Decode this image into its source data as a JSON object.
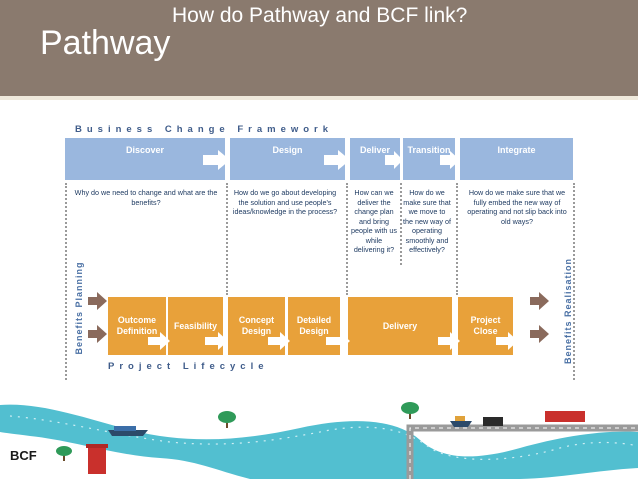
{
  "header": {
    "title": "How do Pathway and BCF link?",
    "subtitle": "Pathway"
  },
  "bcf": {
    "caption": "Business Change Framework",
    "phases": [
      {
        "label": "Discover",
        "question": "Why do we need to change and what are the benefits?"
      },
      {
        "label": "Design",
        "question": "How do we go about developing the solution and use people's ideas/knowledge in the process?"
      },
      {
        "label": "Deliver",
        "question": "How can we deliver the change plan and bring people with us while delivering it?"
      },
      {
        "label": "Transition",
        "question": "How do we make sure that we move to the new way of operating smoothly and effectively?"
      },
      {
        "label": "Integrate",
        "question": "How do we make sure that we fully embed the new way of operating and not slip back into old ways?"
      }
    ]
  },
  "lifecycle": {
    "caption": "Project Lifecycle",
    "stages": [
      "Outcome Definition",
      "Feasibility",
      "Concept Design",
      "Detailed Design",
      "Delivery",
      "Project Close"
    ]
  },
  "side_labels": {
    "left": "Benefits Planning",
    "right": "Benefits Realisation"
  },
  "footer": {
    "logo": "BCF"
  },
  "colors": {
    "banner": "#8a7a6e",
    "phase_blue": "#9ab7de",
    "stage_orange": "#e8a13a",
    "arrow_brown": "#8a6a5c",
    "river": "#52bfd0"
  }
}
